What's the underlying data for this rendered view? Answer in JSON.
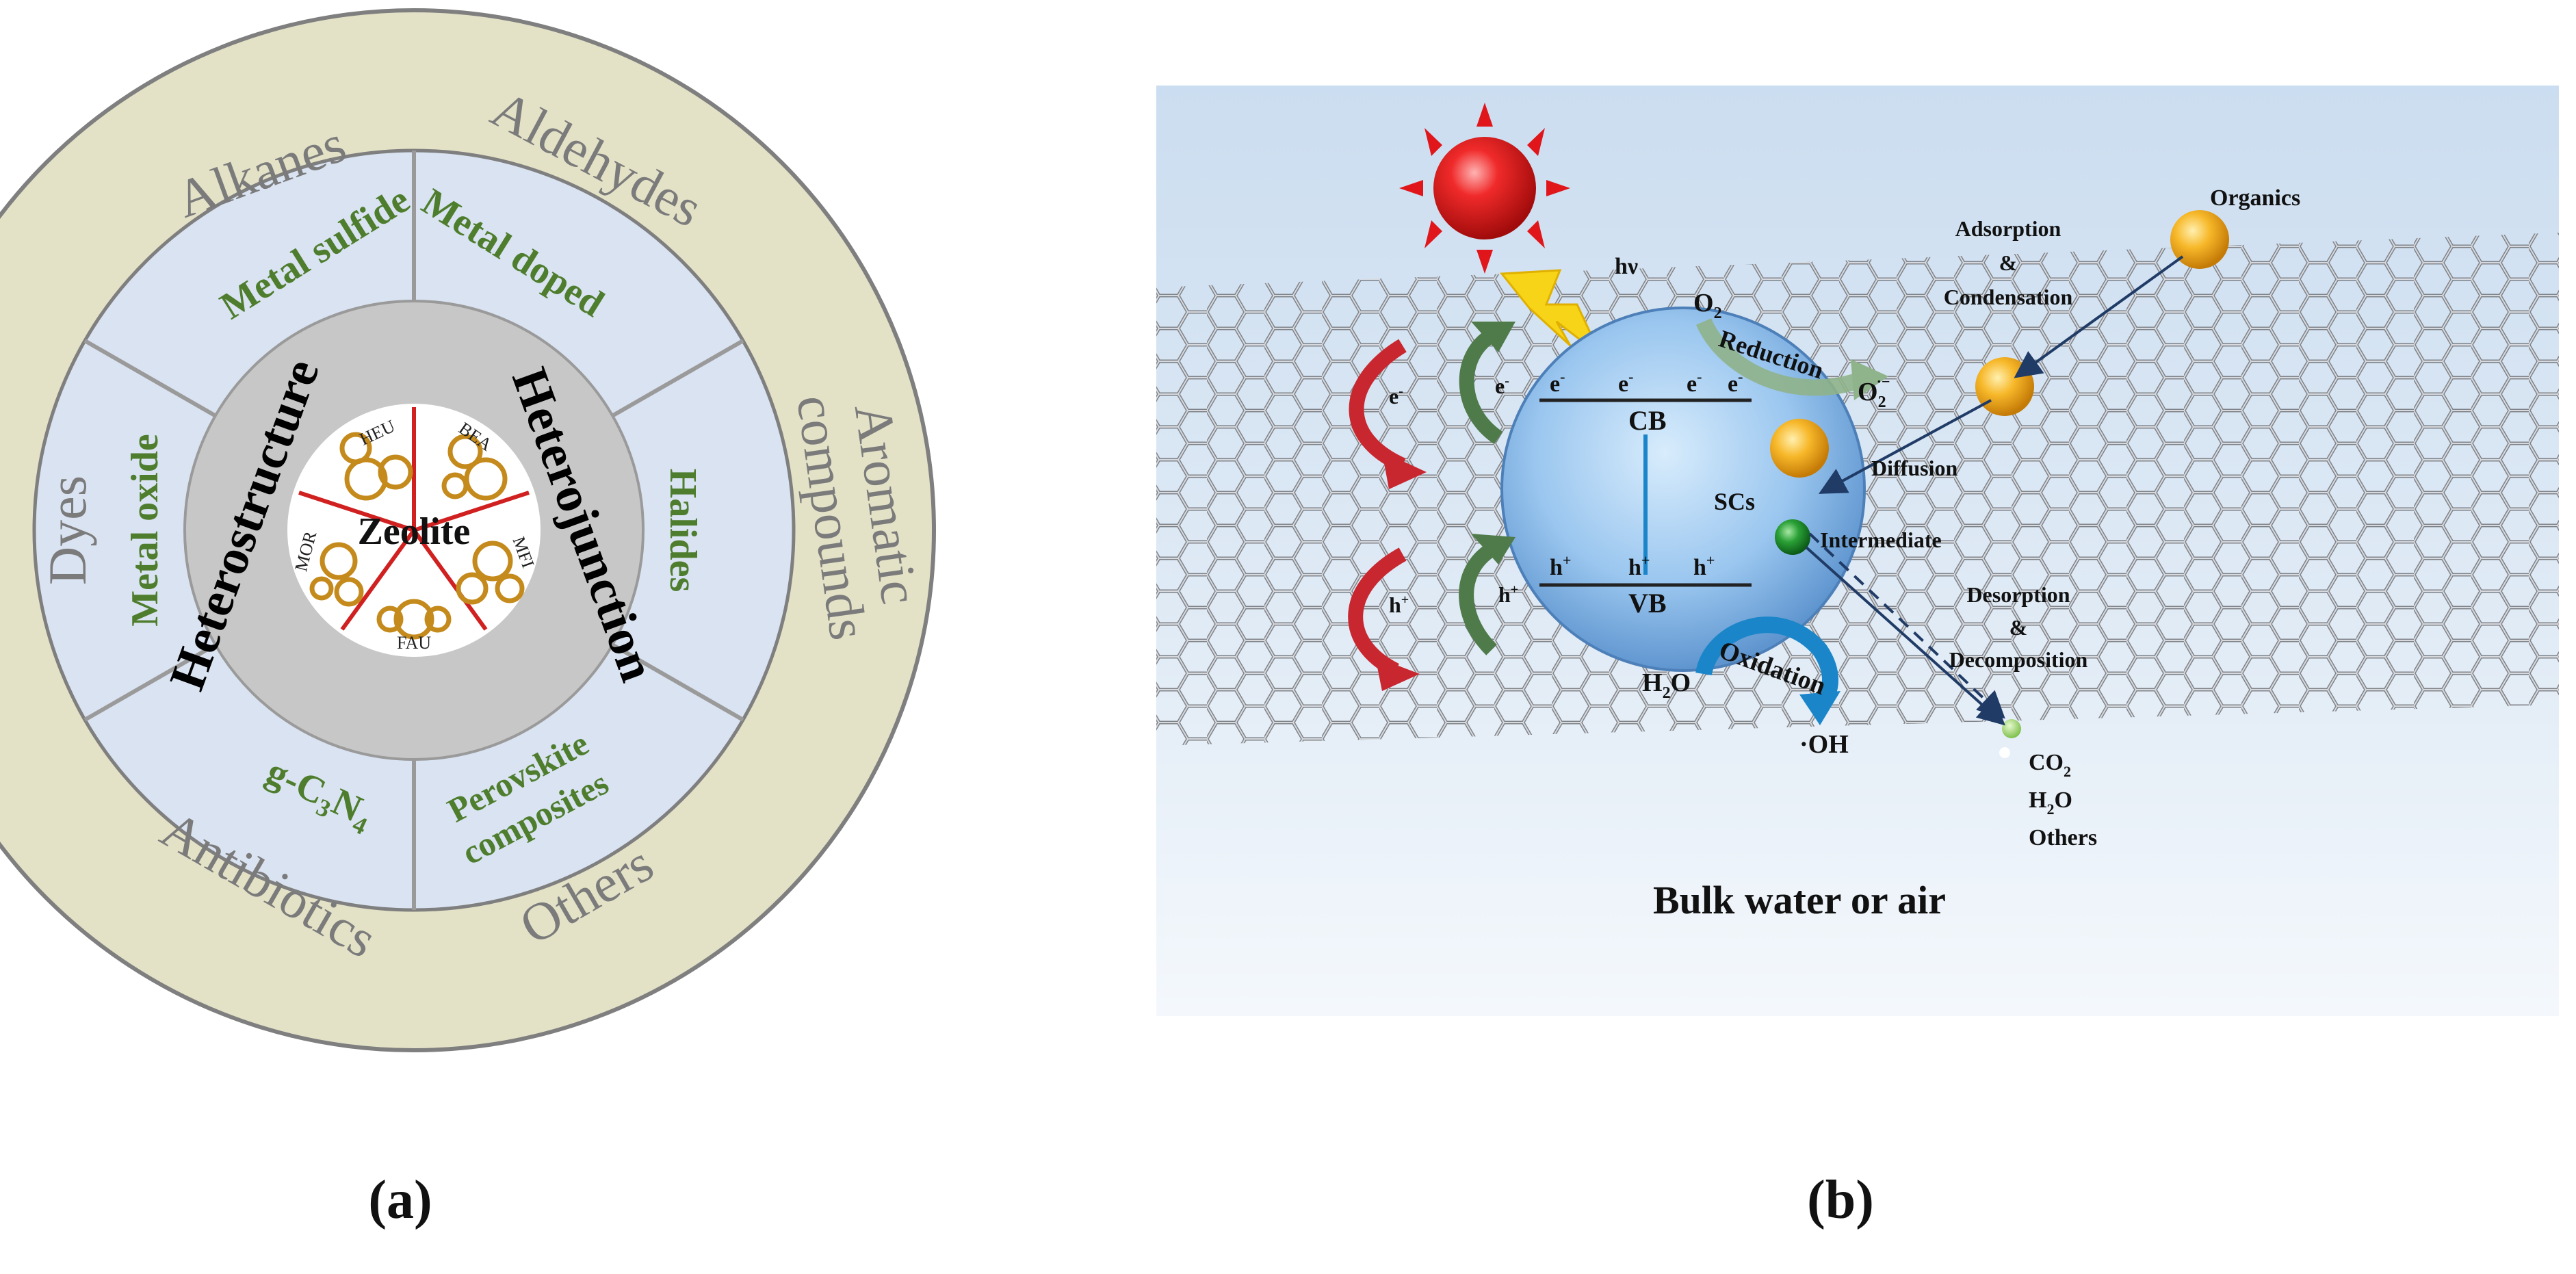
{
  "panel_a": {
    "outer_ring": [
      "Alkanes",
      "Aldehydes",
      "Aromatic",
      "compounds",
      "Dyes",
      "Antibiotics",
      "Others"
    ],
    "middle_ring": {
      "metal_sulfide": "Metal sulfide",
      "metal_doped": "Metal doped",
      "metal_oxide": "Metal oxide",
      "halides": "Halides",
      "g_c3n4": "g-C",
      "g_c3n4_sub1": "3",
      "g_c3n4_n": "N",
      "g_c3n4_sub2": "4",
      "perovskite_1": "Perovskite",
      "perovskite_2": "composites"
    },
    "inner_ring": {
      "left": "Heterostructure",
      "right": "Heterojunction"
    },
    "core": {
      "label": "Zeolite",
      "frameworks": [
        "HEU",
        "BEA",
        "MFI",
        "FAU",
        "MOR"
      ]
    },
    "caption": "(a)"
  },
  "panel_b": {
    "sun_icon": "sun-icon",
    "lightning_icon": "lightning-icon",
    "hv": "hν",
    "o2": "O",
    "o2_sub": "2",
    "reduction": "Reduction",
    "superoxide": "O",
    "superoxide_sup": "·−",
    "superoxide_sub": "2",
    "cb": "CB",
    "vb": "VB",
    "electron": "e",
    "electron_sup": "-",
    "hole": "h",
    "hole_sup": "+",
    "scs": "SCs",
    "organics": "Organics",
    "adsorption_1": "Adsorption",
    "adsorption_2": "&",
    "adsorption_3": "Condensation",
    "diffusion": "Diffusion",
    "intermediate": "Intermediate",
    "desorption_1": "Desorption",
    "desorption_2": "&",
    "desorption_3": "Decomposition",
    "oxidation": "Oxidation",
    "h2o_h": "H",
    "h2o_sub": "2",
    "h2o_o": "O",
    "oh": "·OH",
    "products": [
      "CO",
      "H",
      "Others"
    ],
    "co2_sub": "2",
    "h2o_prod_sub": "2",
    "h2o_prod_o": "O",
    "bulk": "Bulk water or air",
    "caption": "(b)"
  },
  "colors": {
    "outer_ring": "#e3e1c6",
    "middle_ring": "#d9e3f1",
    "inner_ring": "#c7c7c7",
    "ring_border": "#7f7f7f",
    "green_text": "#4e7d2e",
    "gray_text": "#7b7b7b",
    "sphere": "#8fbde9",
    "sun": "#e0161b",
    "orange_ball": "#f2a614",
    "green_ball": "#1d8a2b",
    "red_arrow": "#c9272f",
    "green_arrow": "#4f7b4a",
    "blue_arrow": "#1a86c9"
  }
}
